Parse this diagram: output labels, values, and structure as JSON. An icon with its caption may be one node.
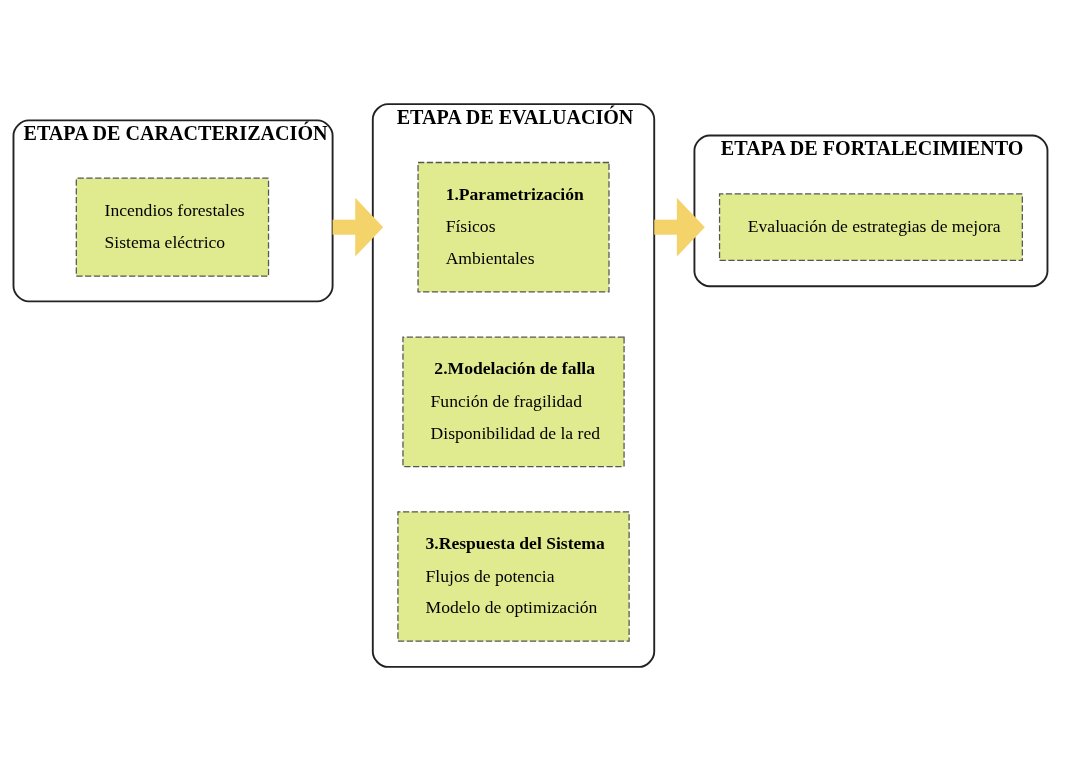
{
  "diagram": {
    "nodes": [
      {
        "text": [
          "ETAPA DE CARACTERIZACIÓN"
        ]
      },
      {
        "text": [
          "Incendios forestales",
          "Sistema eléctrico"
        ],
        "in": 0
      },
      {
        "text": [
          "ETAPA DE EVALUACIÓN"
        ]
      },
      {
        "text": [
          "1.Parametrización",
          "Físicos",
          "Ambientales"
        ],
        "in": 2
      },
      {
        "text": [
          "2.Modelación de falla",
          "Función de fragilidad",
          "Disponibilidad de la red"
        ],
        "in": 2
      },
      {
        "text": [
          "3.Respuesta del Sistema",
          "Flujos de potencia",
          "Modelo de optimización"
        ],
        "in": 2
      },
      {
        "text": [
          "ETAPA DE FORTALECIMIENTO"
        ]
      },
      {
        "text": [
          "Evaluación de estrategias de mejora"
        ],
        "in": 6
      }
    ],
    "edges": [
      {
        "from": 0,
        "to": 2,
        "arrow": "to"
      },
      {
        "from": 2,
        "to": 6,
        "arrow": "to"
      }
    ]
  }
}
